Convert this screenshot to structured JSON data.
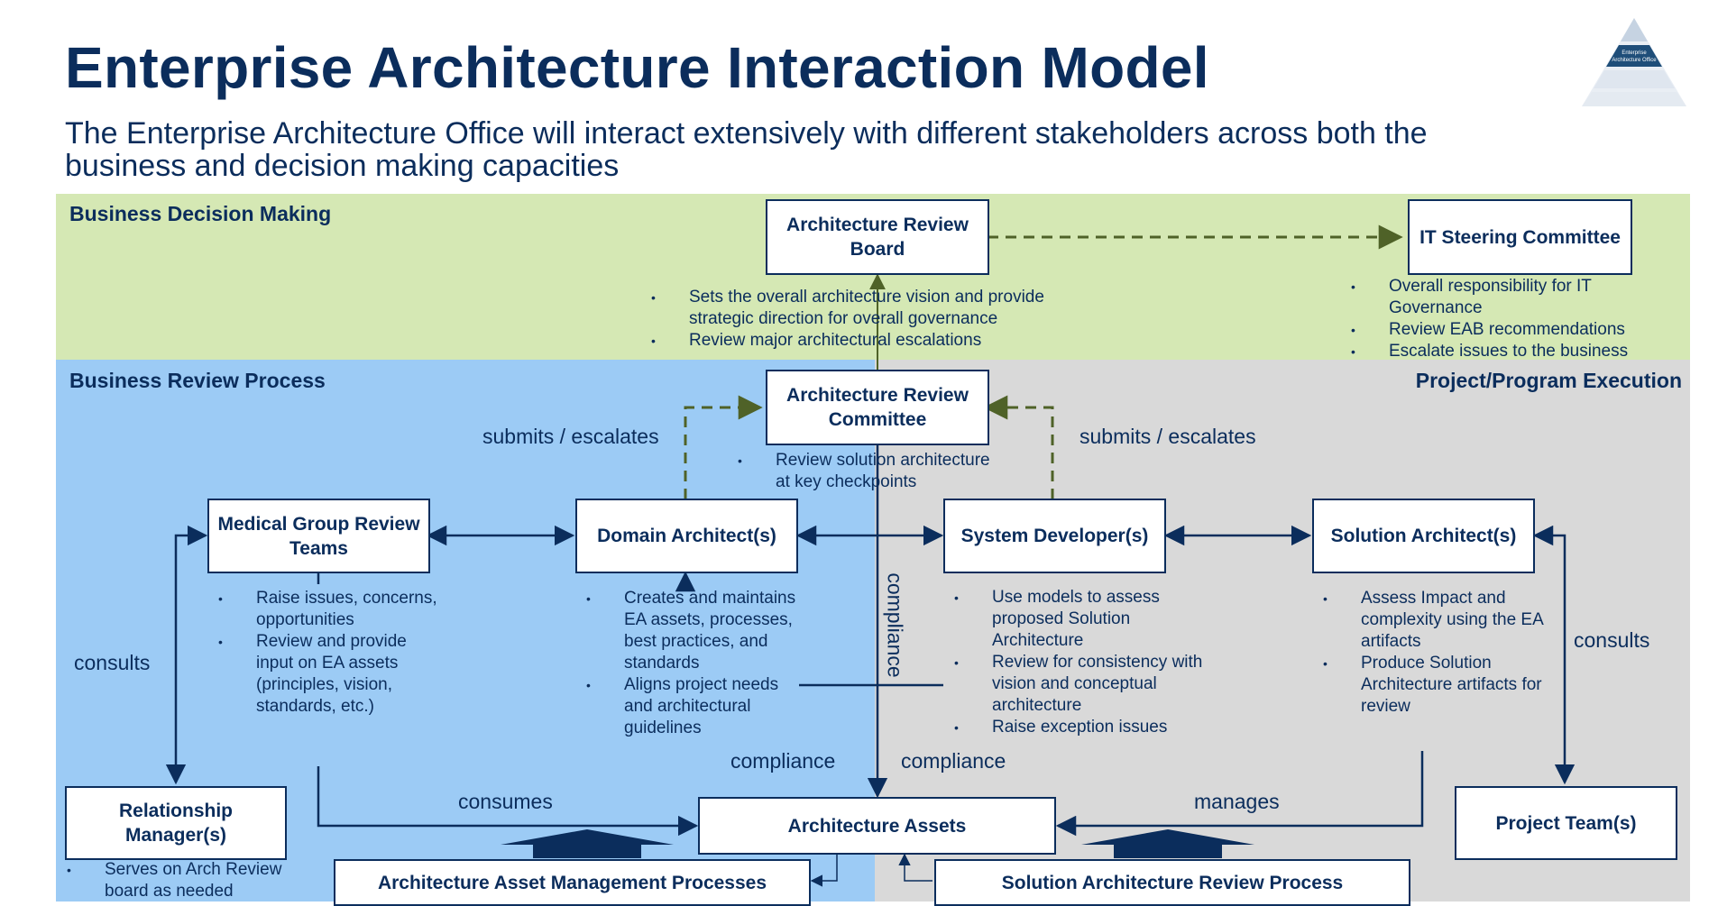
{
  "title": "Enterprise Architecture Interaction Model",
  "subtitle": "The Enterprise Architecture Office will interact extensively with different stakeholders across both the business and decision making capacities",
  "logo": {
    "text_line1": "Enterprise",
    "text_line2": "Architecture Office"
  },
  "regions": {
    "business_decision": "Business Decision Making",
    "business_review": "Business Review Process",
    "project_execution": "Project/Program Execution"
  },
  "colors": {
    "green": "#d5e8b4",
    "blue": "#9ccbf5",
    "grey": "#d9d9d9",
    "navy": "#0b2d5c",
    "olive": "#4f6228"
  },
  "boxes": {
    "arb": "Architecture Review Board",
    "it_steering": "IT Steering Committee",
    "arc": "Architecture Review Committee",
    "medical": "Medical Group Review Teams",
    "domain": "Domain Architect(s)",
    "system": "System Developer(s)",
    "solution": "Solution Architect(s)",
    "relationship": "Relationship Manager(s)",
    "assets": "Architecture Assets",
    "project_teams": "Project Team(s)",
    "asset_mgmt": "Architecture Asset Management Processes",
    "sol_review": "Solution Architecture Review Process"
  },
  "bullets": {
    "arb": [
      "Sets the overall architecture vision and provide strategic direction for overall governance",
      "Review major architectural escalations"
    ],
    "it_steering": [
      "Overall responsibility for IT Governance",
      "Review EAB recommendations",
      "Escalate issues to the business"
    ],
    "arc": [
      "Review solution architecture at key checkpoints"
    ],
    "medical": [
      "Raise issues, concerns, opportunities",
      "Review and provide input on EA assets (principles, vision, standards, etc.)"
    ],
    "domain": [
      "Creates and maintains EA assets, processes, best practices, and standards",
      "Aligns project needs and architectural guidelines"
    ],
    "system": [
      "Use models to assess proposed Solution Architecture",
      "Review for consistency with vision and conceptual architecture",
      "Raise exception issues"
    ],
    "solution": [
      "Assess Impact and complexity using the EA artifacts",
      "Produce Solution Architecture artifacts for review"
    ],
    "relationship": [
      "Serves on Arch Review board as needed"
    ]
  },
  "labels": {
    "submits_left": "submits / escalates",
    "submits_right": "submits / escalates",
    "consults_left": "consults",
    "consults_right": "consults",
    "compliance_vertical": "compliance",
    "compliance_left": "compliance",
    "compliance_right": "compliance",
    "consumes": "consumes",
    "manages": "manages"
  }
}
